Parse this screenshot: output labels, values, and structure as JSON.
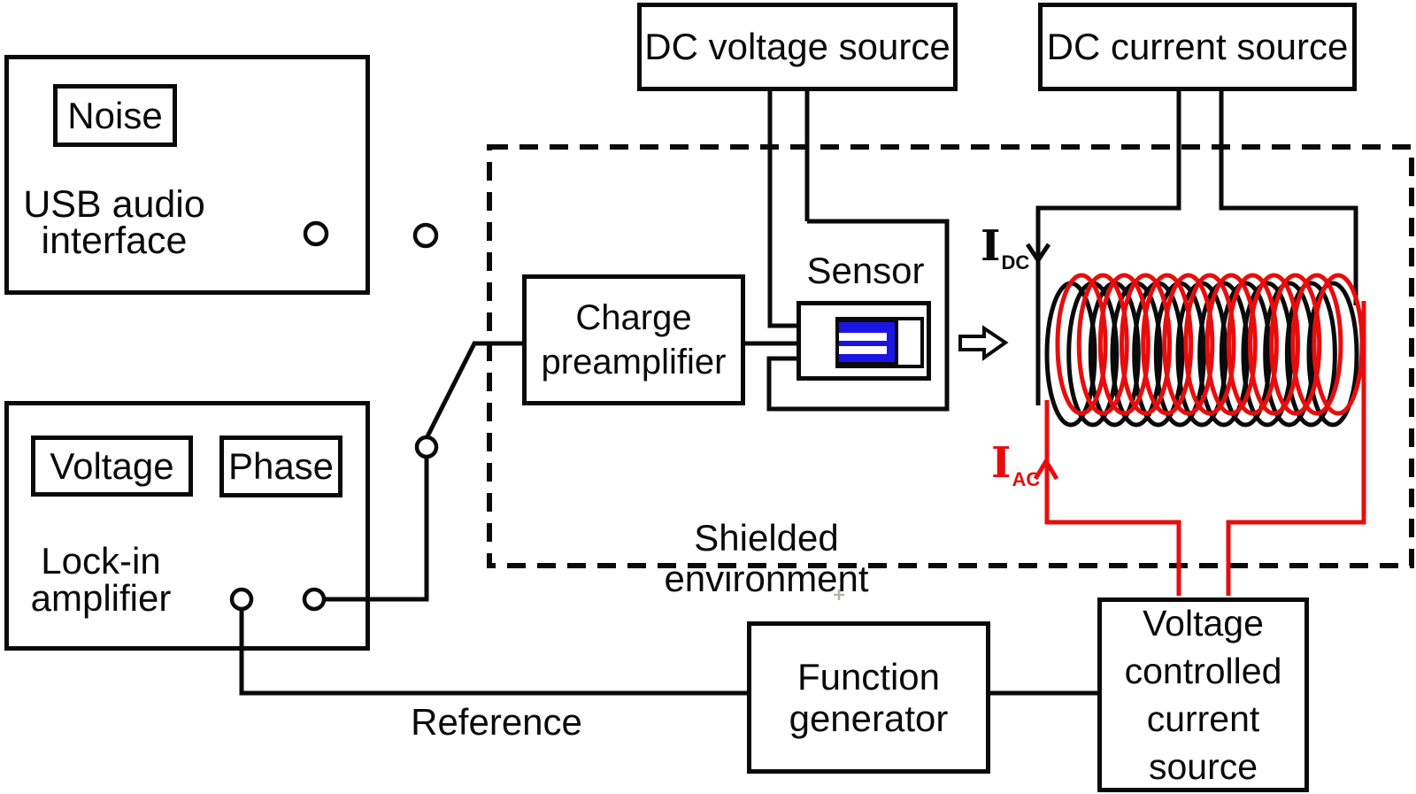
{
  "colors": {
    "line_black": "#0a0a0a",
    "accent_red": "#e80d0d",
    "sensor_blue": "#1a15e5",
    "bg": "#ffffff"
  },
  "boxes": {
    "usb_audio": {
      "label": "USB audio\ninterface",
      "noise_label": "Noise"
    },
    "lock_in": {
      "label": "Lock-in\namplifier",
      "voltage_label": "Voltage",
      "phase_label": "Phase"
    },
    "dc_voltage_source": {
      "label": "DC voltage source"
    },
    "dc_current_source": {
      "label": "DC current source"
    },
    "charge_preamplifier": {
      "label": "Charge\npreamplifier"
    },
    "sensor": {
      "label": "Sensor"
    },
    "function_generator": {
      "label": "Function\ngenerator"
    },
    "vccs": {
      "label": "Voltage\ncontrolled\ncurrent\nsource"
    }
  },
  "regions": {
    "shielded_environment": {
      "label": "Shielded environment"
    }
  },
  "labels": {
    "reference": "Reference",
    "i_dc": {
      "symbol": "I",
      "sub": "DC"
    },
    "i_ac": {
      "symbol": "I",
      "sub": "AC"
    }
  },
  "icons": {
    "field_direction": "right-block-arrow",
    "i_dc_direction": "down-arrow",
    "i_ac_direction": "up-arrow"
  },
  "coil": {
    "black_turns": 13,
    "red_turns": 13
  }
}
